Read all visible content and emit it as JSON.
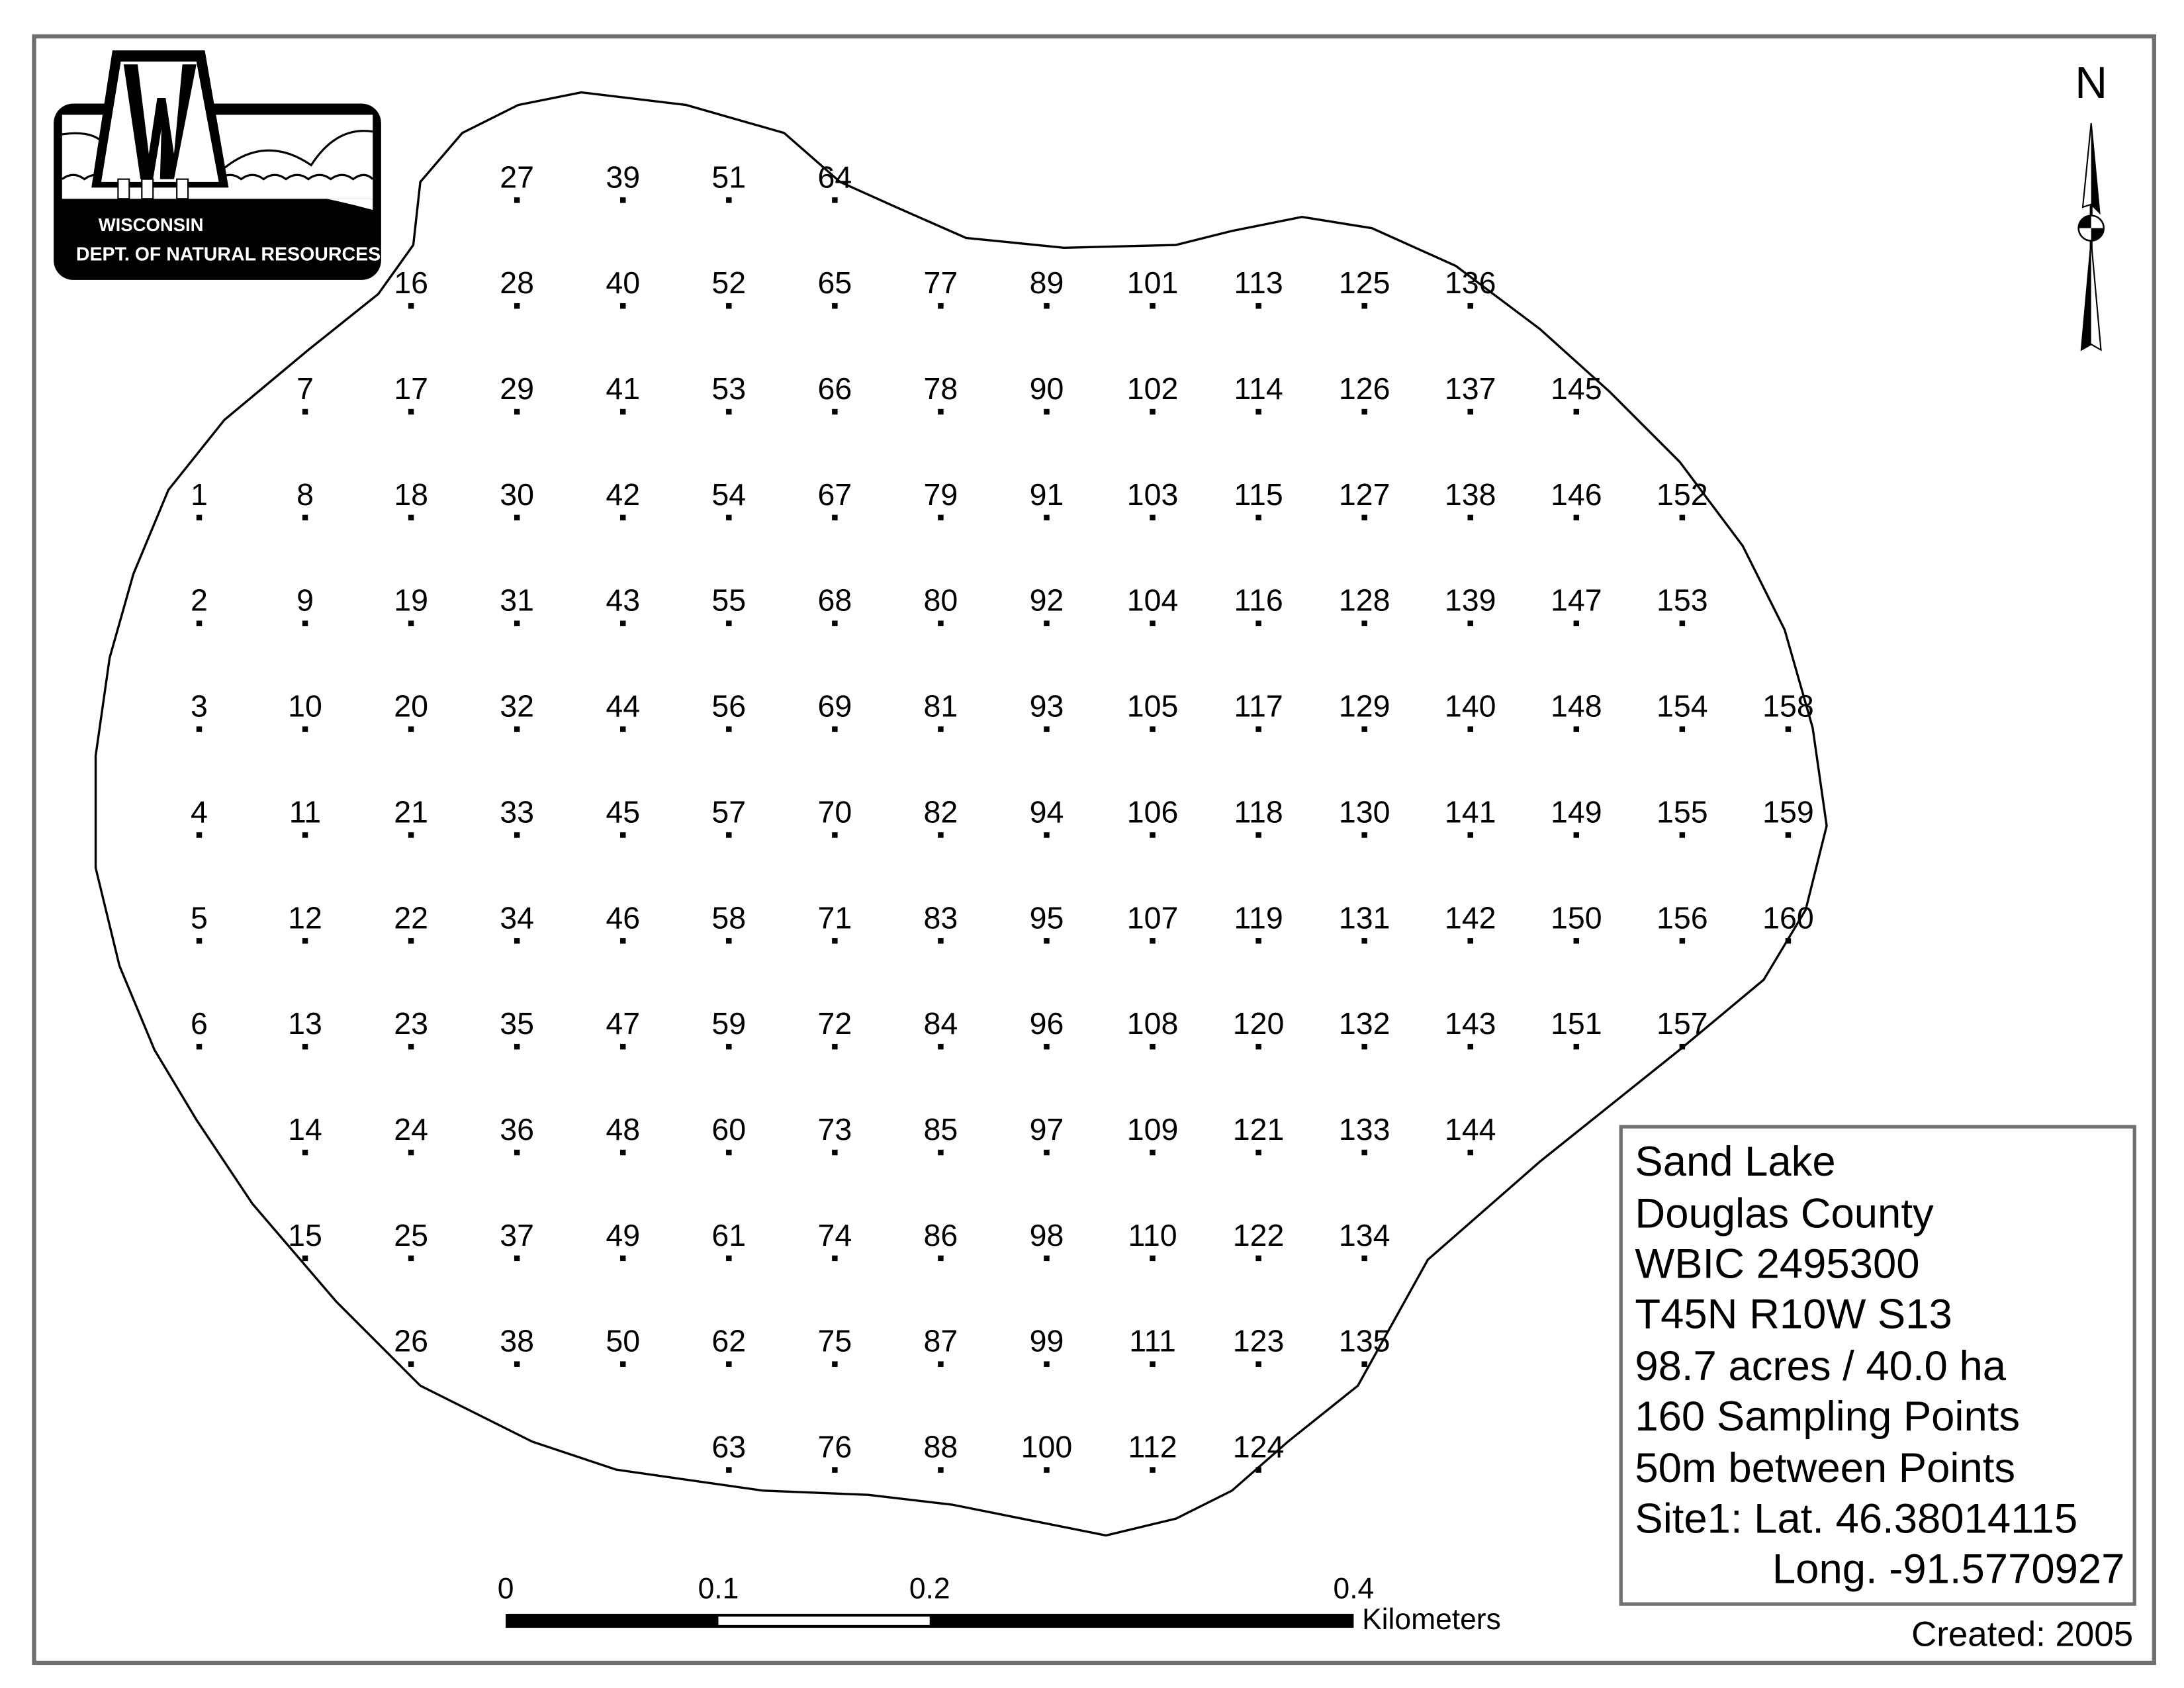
{
  "map": {
    "logo": {
      "line1": "WISCONSIN",
      "line2": "DEPT. OF NATURAL RESOURCES"
    },
    "north_label": "N",
    "legend": {
      "lake_name": "Sand Lake",
      "county": "Douglas County",
      "wbic": "WBIC 2495300",
      "township": "T45N R10W S13",
      "area": "98.7 acres / 40.0 ha",
      "points": "160 Sampling Points",
      "spacing": "50m between Points",
      "site_lat": "Site1: Lat. 46.38014115",
      "site_long": "Long. -91.5770927"
    },
    "created": "Created: 2005",
    "scale_bar": {
      "ticks": [
        "0",
        "0.1",
        "0.2",
        "0.4"
      ],
      "tick_values": [
        0,
        0.1,
        0.2,
        0.4
      ],
      "unit": "Kilometers"
    },
    "grid_columns": [
      {
        "first_row": 3,
        "points": [
          "1",
          "2",
          "3",
          "4",
          "5",
          "6"
        ]
      },
      {
        "first_row": 2,
        "points": [
          "7",
          "8",
          "9",
          "10",
          "11",
          "12",
          "13",
          "14",
          "15"
        ]
      },
      {
        "first_row": 1,
        "points": [
          "16",
          "17",
          "18",
          "19",
          "20",
          "21",
          "22",
          "23",
          "24",
          "25",
          "26"
        ]
      },
      {
        "first_row": 0,
        "points": [
          "27",
          "28",
          "29",
          "30",
          "31",
          "32",
          "33",
          "34",
          "35",
          "36",
          "37",
          "38"
        ]
      },
      {
        "first_row": 0,
        "points": [
          "39",
          "40",
          "41",
          "42",
          "43",
          "44",
          "45",
          "46",
          "47",
          "48",
          "49",
          "50"
        ]
      },
      {
        "first_row": 0,
        "points": [
          "51",
          "52",
          "53",
          "54",
          "55",
          "56",
          "57",
          "58",
          "59",
          "60",
          "61",
          "62",
          "63"
        ]
      },
      {
        "first_row": 0,
        "points": [
          "64",
          "65",
          "66",
          "67",
          "68",
          "69",
          "70",
          "71",
          "72",
          "73",
          "74",
          "75",
          "76"
        ]
      },
      {
        "first_row": 1,
        "points": [
          "77",
          "78",
          "79",
          "80",
          "81",
          "82",
          "83",
          "84",
          "85",
          "86",
          "87",
          "88"
        ]
      },
      {
        "first_row": 1,
        "points": [
          "89",
          "90",
          "91",
          "92",
          "93",
          "94",
          "95",
          "96",
          "97",
          "98",
          "99",
          "100"
        ]
      },
      {
        "first_row": 1,
        "points": [
          "101",
          "102",
          "103",
          "104",
          "105",
          "106",
          "107",
          "108",
          "109",
          "110",
          "111",
          "112"
        ]
      },
      {
        "first_row": 1,
        "points": [
          "113",
          "114",
          "115",
          "116",
          "117",
          "118",
          "119",
          "120",
          "121",
          "122",
          "123",
          "124"
        ]
      },
      {
        "first_row": 1,
        "points": [
          "125",
          "126",
          "127",
          "128",
          "129",
          "130",
          "131",
          "132",
          "133",
          "134",
          "135"
        ]
      },
      {
        "first_row": 1,
        "points": [
          "136",
          "137",
          "138",
          "139",
          "140",
          "141",
          "142",
          "143",
          "144"
        ]
      },
      {
        "first_row": 2,
        "points": [
          "145",
          "146",
          "147",
          "148",
          "149",
          "150",
          "151"
        ]
      },
      {
        "first_row": 3,
        "points": [
          "152",
          "153",
          "154",
          "155",
          "156",
          "157"
        ]
      },
      {
        "first_row": 5,
        "points": [
          "158",
          "159",
          "160"
        ]
      }
    ]
  }
}
